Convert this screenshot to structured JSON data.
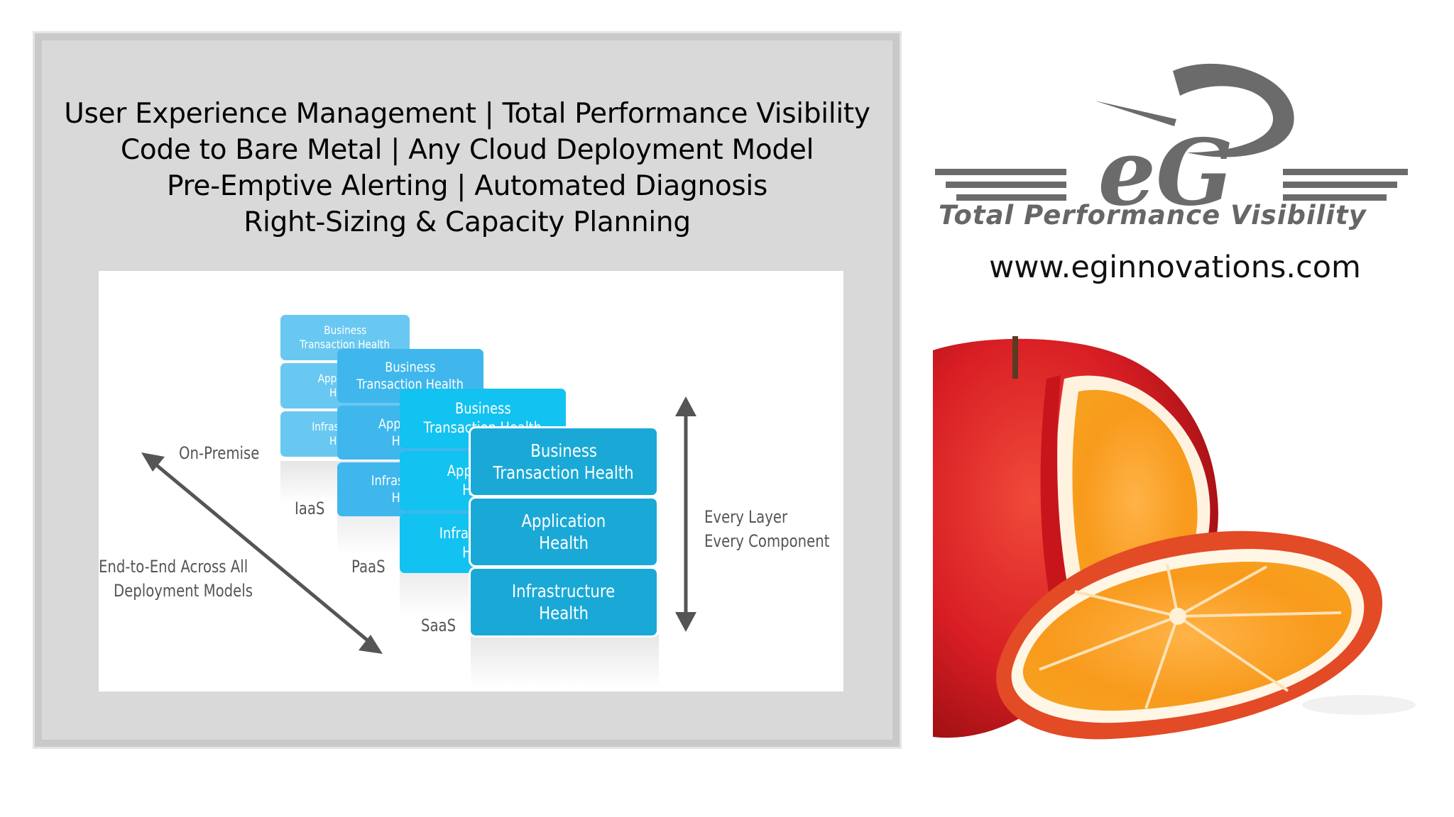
{
  "slide": {
    "headline_lines": [
      "User Experience Management | Total Performance Visibility",
      "Code to Bare Metal | Any Cloud Deployment Model",
      "Pre-Emptive Alerting | Automated Diagnosis",
      "Right-Sizing & Capacity Planning"
    ]
  },
  "diagram": {
    "on_premise": "On-Premise",
    "end_to_end_line1": "End-to-End Across All",
    "end_to_end_line2": "Deployment Models",
    "every_layer": "Every Layer",
    "every_component": "Every Component",
    "stacks": [
      {
        "label": "IaaS",
        "cells": [
          [
            "Business",
            "Transaction Health"
          ],
          [
            "Application",
            "Health"
          ],
          [
            "Infrastructure",
            "Health"
          ]
        ]
      },
      {
        "label": "PaaS",
        "cells": [
          [
            "Business",
            "Transaction Health"
          ],
          [
            "Application",
            "Health"
          ],
          [
            "Infrastructure",
            "Health"
          ]
        ]
      },
      {
        "label": "SaaS",
        "cells": [
          [
            "Business",
            "Transaction Health"
          ],
          [
            "Application",
            "Health"
          ],
          [
            "Infrastructure",
            "Health"
          ]
        ]
      }
    ],
    "front_cells": [
      {
        "line1": "Business",
        "line2": "Transaction Health"
      },
      {
        "line1": "Application",
        "line2": "Health"
      },
      {
        "line1": "Infrastructure",
        "line2": "Health"
      }
    ],
    "colors": {
      "front": "#1aa9d6",
      "saas": "#12c2f0",
      "paas": "#3fb7ec",
      "iaas": "#69c8f2",
      "arrow": "#555555"
    }
  },
  "logo": {
    "text": "eG",
    "tagline": "Total Performance Visibility",
    "url": "www.eginnovations.com",
    "color": "#6b6b6b"
  }
}
